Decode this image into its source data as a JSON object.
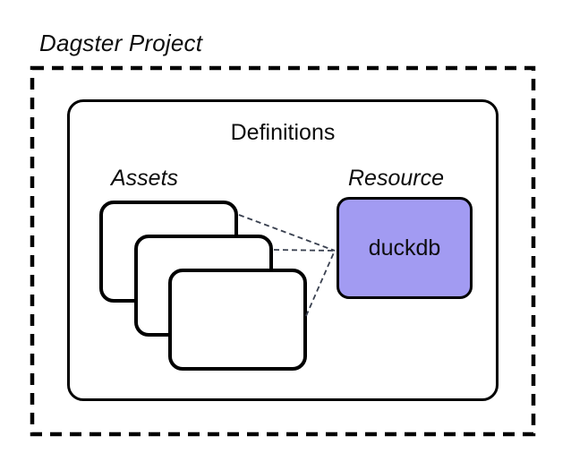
{
  "diagram": {
    "title": "Dagster Project",
    "definitions_label": "Definitions",
    "assets_label": "Assets",
    "resource_label": "Resource",
    "resource_name": "duckdb",
    "asset_card_count": 3,
    "edges": [
      {
        "from": "asset-card-1",
        "to": "resource-duckdb"
      },
      {
        "from": "asset-card-2",
        "to": "resource-duckdb"
      },
      {
        "from": "asset-card-3",
        "to": "resource-duckdb"
      }
    ],
    "colors": {
      "background": "#ffffff",
      "border": "#000000",
      "resource_fill": "#a29bf2",
      "connector": "#3a4150",
      "text": "#0d0d0d"
    }
  }
}
